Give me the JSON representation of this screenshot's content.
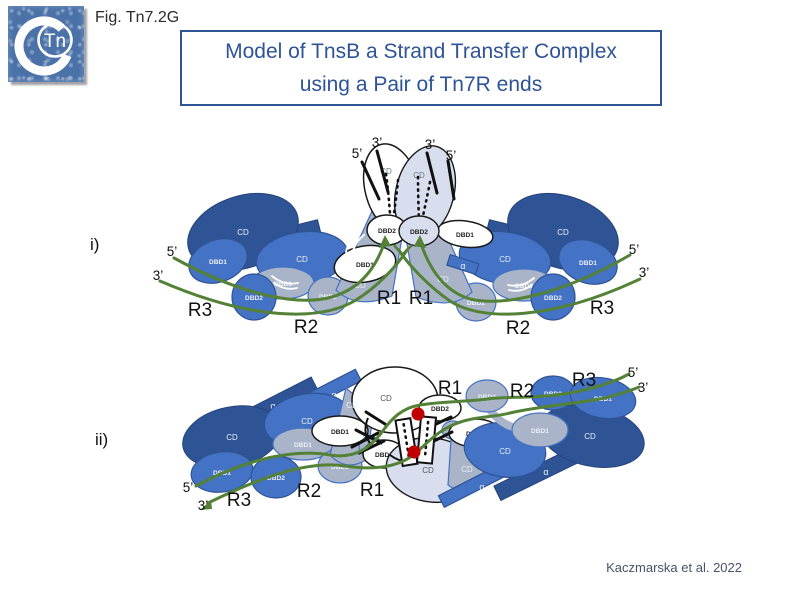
{
  "header": {
    "fig_label": "Fig. Tn7.2G",
    "logo_text": "Tn",
    "title_line1": "Model of TnsB a Strand Transfer Complex",
    "title_line2": "using a Pair of Tn7R ends"
  },
  "panels": {
    "i_label": "i)",
    "ii_label": "ii)"
  },
  "labels": {
    "cd": "CD",
    "dbd1": "DBD1",
    "dbd2": "DBD2",
    "alpha": "α",
    "five_prime": "5’",
    "three_prime": "3’",
    "r1": "R1",
    "r2": "R2",
    "r3": "R3"
  },
  "footer": {
    "citation": "Kaczmarska et al. 2022"
  },
  "colors": {
    "dark_blue": "#2F5496",
    "medium_blue": "#4472C4",
    "gray_blue": "#A9B4C8",
    "pale_blue": "#D8DEED",
    "dna_green": "#538135",
    "transfer_red": "#C00000",
    "title_blue": "#2E5496",
    "citation_slate": "#44546A"
  }
}
